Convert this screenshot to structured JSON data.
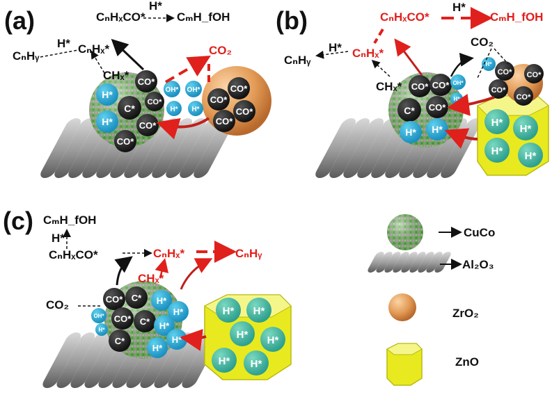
{
  "colors": {
    "black_text": "#111111",
    "red_path": "#e0201c",
    "cuco_green": "#6fbf5a",
    "cuco_pink": "#d9a3d6",
    "h_ads_blue": "#2aa6d6",
    "co_ads_dark": "#2a2a2a",
    "zro2_orange": "#e6a060",
    "zno_yellow": "#e8ea1f",
    "al2o3_gray": "#8a8a8a"
  },
  "panels": {
    "a": {
      "label": "(a)",
      "chain_top": {
        "lhs": "CₙHₓCO*",
        "h": "H*",
        "rhs": "CₘH_fOH"
      },
      "chain_mid": {
        "lhs": "CₙHᵧ",
        "h": "H*",
        "rhs": "CₙHₓ*"
      },
      "chx": "CHₓ*",
      "co2": "CO₂",
      "oh1": "OH*",
      "oh2": "OH*",
      "h1": "H*",
      "h2": "H*",
      "co": "CO*",
      "c": "C*",
      "hs": "H*"
    },
    "b": {
      "label": "(b)",
      "chain_top": {
        "lhs": "CₙHₓCO*",
        "h": "H*",
        "rhs": "CₘH_fOH"
      },
      "chain_mid": {
        "lhs": "CₙHᵧ",
        "h": "H*",
        "rhs": "CₙHₓ*"
      },
      "chx": "CHₓ*",
      "co2": "CO₂",
      "oh": "OH*",
      "h": "H*",
      "co": "CO*",
      "c": "C*"
    },
    "c": {
      "label": "(c)",
      "top": "CₘH_fOH",
      "h": "H*",
      "mid": {
        "lhs": "CₙHₓCO*",
        "center": "CₙHₓ*",
        "rhs": "CₙHᵧ"
      },
      "chx": "CHₓ*",
      "co2": "CO₂",
      "oh": "OH*",
      "co": "CO*",
      "c": "C*",
      "hs": "H*"
    }
  },
  "legend": {
    "cuco": "CuCo",
    "al2o3": "Al₂O₃",
    "zro2": "ZrO₂",
    "zno": "ZnO"
  }
}
